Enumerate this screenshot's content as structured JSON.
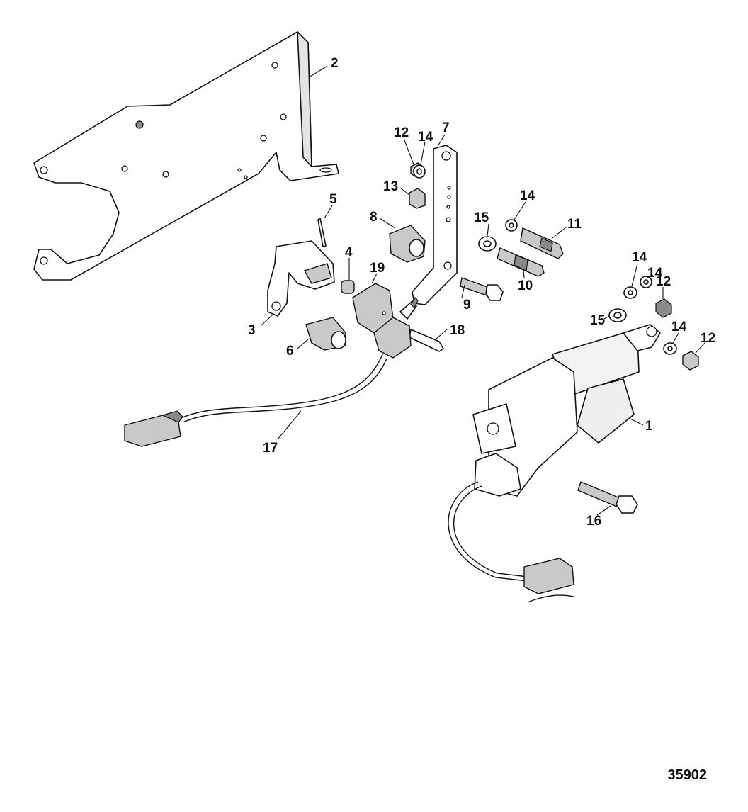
{
  "diagram": {
    "reference_number": "35902",
    "callouts": [
      {
        "id": "1",
        "label": "1"
      },
      {
        "id": "2",
        "label": "2"
      },
      {
        "id": "3",
        "label": "3"
      },
      {
        "id": "4",
        "label": "4"
      },
      {
        "id": "5",
        "label": "5"
      },
      {
        "id": "6",
        "label": "6"
      },
      {
        "id": "7",
        "label": "7"
      },
      {
        "id": "8",
        "label": "8"
      },
      {
        "id": "9",
        "label": "9"
      },
      {
        "id": "10",
        "label": "10"
      },
      {
        "id": "11",
        "label": "11"
      },
      {
        "id": "12a",
        "label": "12"
      },
      {
        "id": "12b",
        "label": "12"
      },
      {
        "id": "12c",
        "label": "12"
      },
      {
        "id": "13",
        "label": "13"
      },
      {
        "id": "14a",
        "label": "14"
      },
      {
        "id": "14b",
        "label": "14"
      },
      {
        "id": "14c",
        "label": "14"
      },
      {
        "id": "14d",
        "label": "14"
      },
      {
        "id": "14e",
        "label": "14"
      },
      {
        "id": "15a",
        "label": "15"
      },
      {
        "id": "15b",
        "label": "15"
      },
      {
        "id": "16",
        "label": "16"
      },
      {
        "id": "17",
        "label": "17"
      },
      {
        "id": "18",
        "label": "18"
      },
      {
        "id": "19",
        "label": "19"
      }
    ]
  }
}
